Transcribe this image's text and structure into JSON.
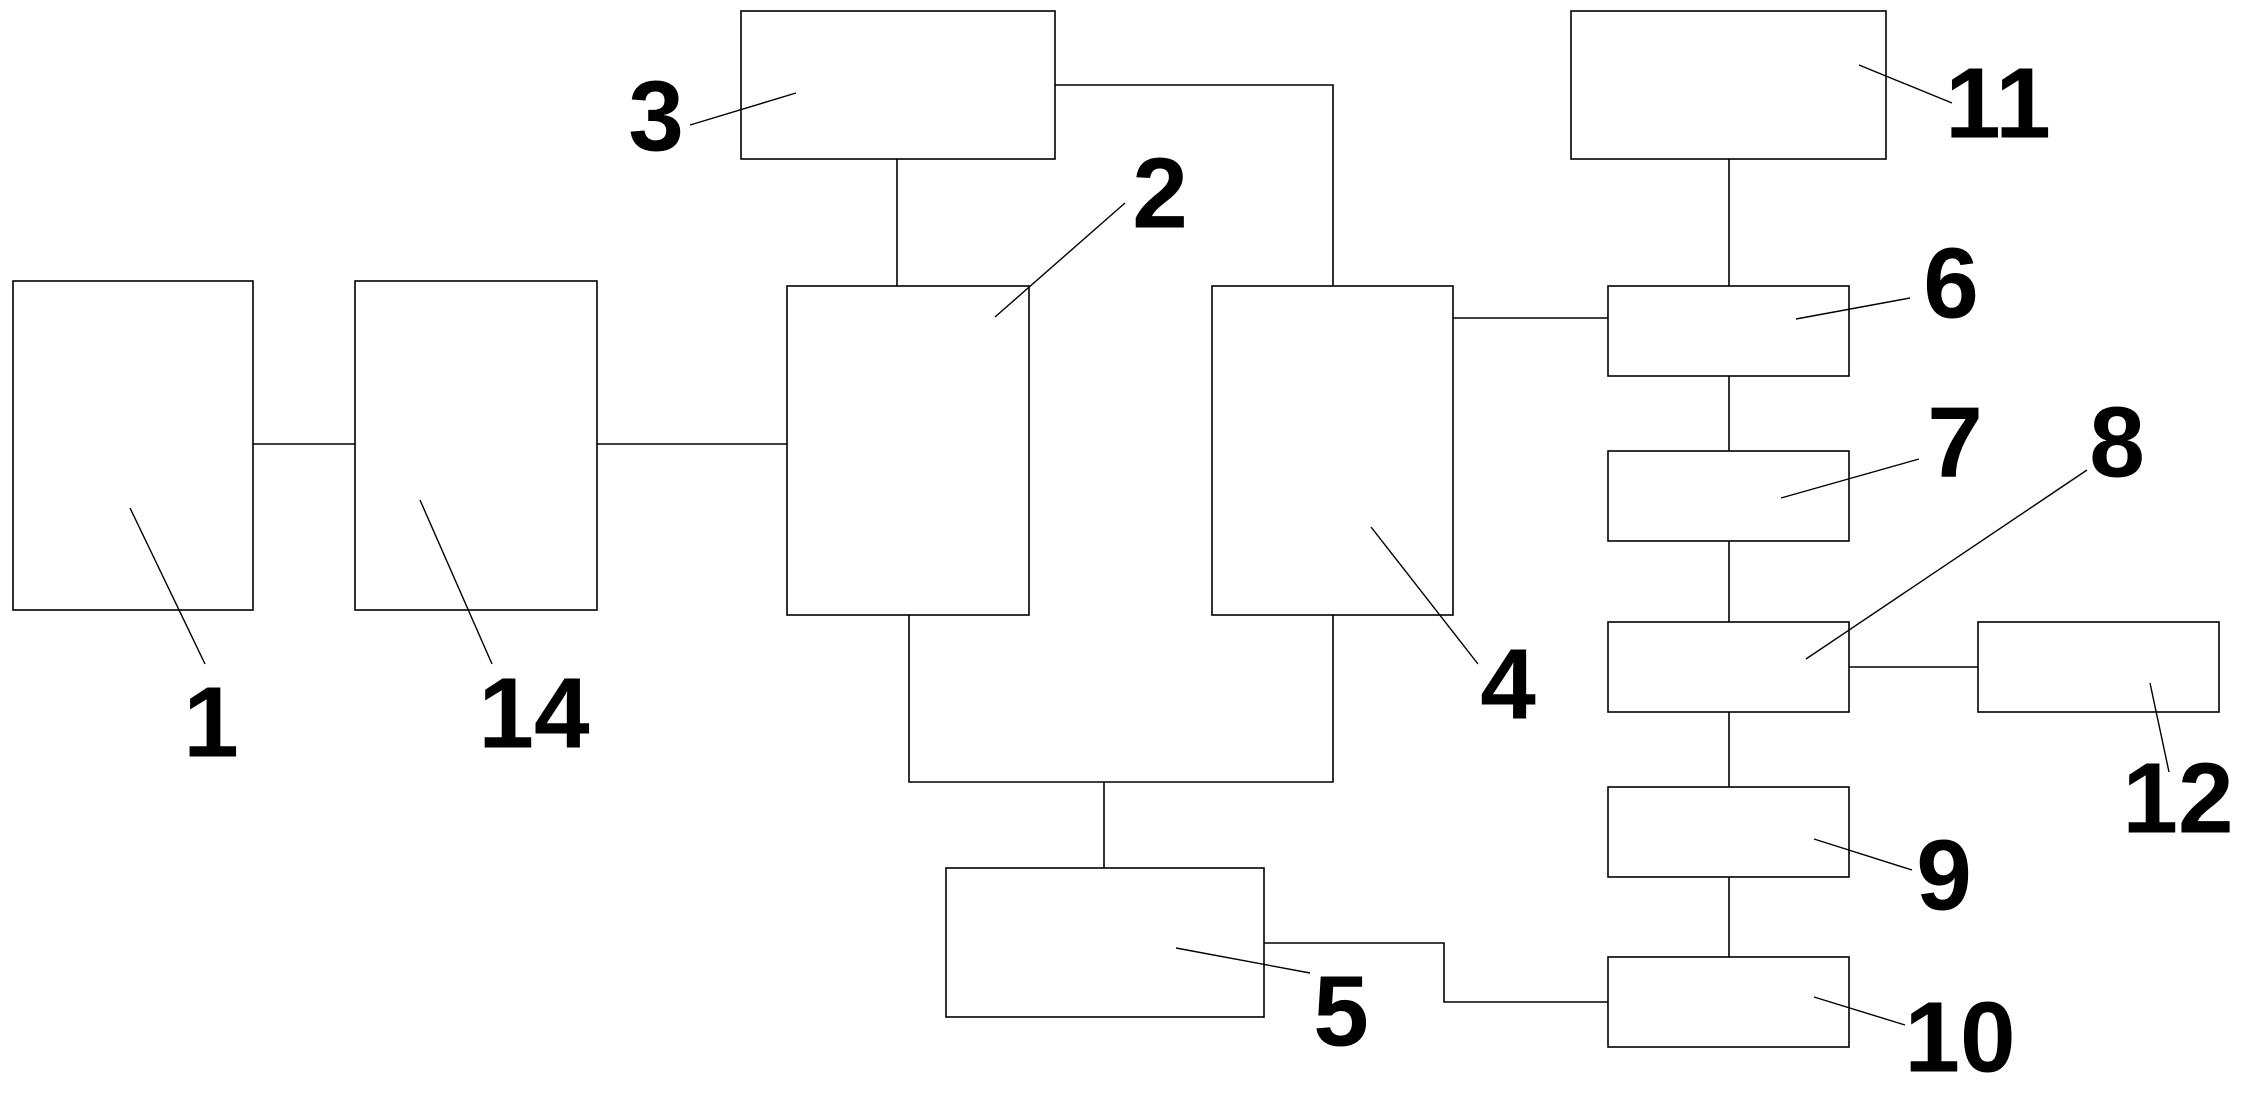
{
  "diagram": {
    "blocks": [
      {
        "id": "1",
        "label": "1"
      },
      {
        "id": "14",
        "label": "14"
      },
      {
        "id": "2",
        "label": "2"
      },
      {
        "id": "3",
        "label": "3"
      },
      {
        "id": "4",
        "label": "4"
      },
      {
        "id": "5",
        "label": "5"
      },
      {
        "id": "6",
        "label": "6"
      },
      {
        "id": "7",
        "label": "7"
      },
      {
        "id": "8",
        "label": "8"
      },
      {
        "id": "9",
        "label": "9"
      },
      {
        "id": "10",
        "label": "10"
      },
      {
        "id": "11",
        "label": "11"
      },
      {
        "id": "12",
        "label": "12"
      }
    ],
    "connections": [
      [
        "1",
        "14"
      ],
      [
        "14",
        "2"
      ],
      [
        "2",
        "3"
      ],
      [
        "3",
        "4"
      ],
      [
        "2",
        "5"
      ],
      [
        "4",
        "5"
      ],
      [
        "4",
        "6"
      ],
      [
        "11",
        "6"
      ],
      [
        "6",
        "7"
      ],
      [
        "7",
        "8"
      ],
      [
        "8",
        "12"
      ],
      [
        "8",
        "9"
      ],
      [
        "9",
        "10"
      ],
      [
        "5",
        "10"
      ]
    ]
  }
}
